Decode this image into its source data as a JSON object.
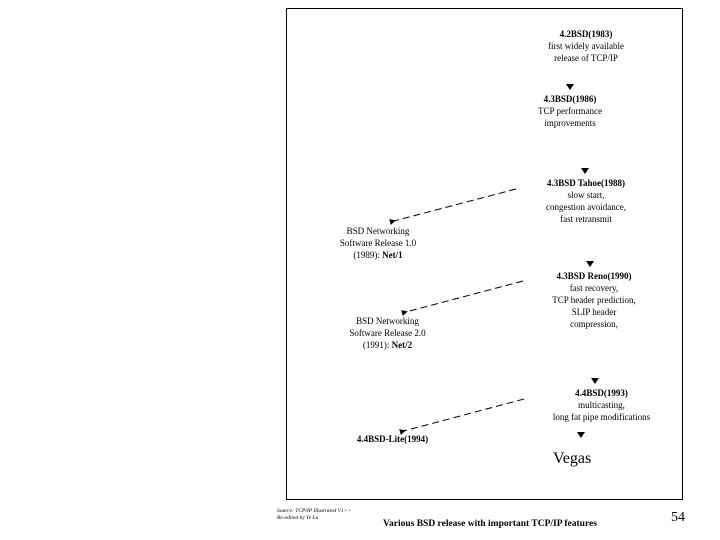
{
  "slide": {
    "page_number": "54",
    "caption": "Various BSD release with important TCP/IP features",
    "source_note_line1": "Source: TCP/IP Illustrated V1>>",
    "source_note_line2": "Re-edited by Ye Lu",
    "vegas_label": "Vegas",
    "frame_color": "#000000",
    "text_color": "#000000",
    "background_color": "#ffffff"
  },
  "diagram": {
    "type": "flow",
    "nodes": [
      {
        "id": "bsd42",
        "title": "4.2BSD(1983)",
        "lines": [
          "first widely available",
          "release of TCP/IP"
        ],
        "column": "right"
      },
      {
        "id": "bsd43",
        "title": "4.3BSD(1986)",
        "lines": [
          "TCP performance",
          "improvements"
        ],
        "column": "right"
      },
      {
        "id": "tahoe",
        "title": "4.3BSD Tahoe(1988)",
        "lines": [
          "slow start,",
          "congestion avoidance,",
          "fast retransmit"
        ],
        "column": "right"
      },
      {
        "id": "net1",
        "title": "BSD Networking",
        "lines": [
          "Software Release 1.0",
          "(1989): Net/1"
        ],
        "column": "left"
      },
      {
        "id": "reno",
        "title": "4.3BSD Reno(1990)",
        "lines": [
          "fast recovery,",
          "TCP header prediction,",
          "SLIP header",
          "compression,"
        ],
        "column": "right"
      },
      {
        "id": "net2",
        "title": "BSD Networking",
        "lines": [
          "Software Release 2.0",
          "(1991): Net/2"
        ],
        "column": "left"
      },
      {
        "id": "bsd44",
        "title": "4.4BSD(1993)",
        "lines": [
          "multicasting,",
          "long fat pipe modifications"
        ],
        "column": "right"
      },
      {
        "id": "lite",
        "title": "4.4BSD-Lite(1994)",
        "lines": [],
        "column": "left"
      }
    ],
    "vertical_connectors": [
      {
        "from": "bsd42",
        "to": "bsd43",
        "style": "triangle-down"
      },
      {
        "from": "bsd43",
        "to": "tahoe",
        "style": "triangle-down"
      },
      {
        "from": "tahoe",
        "to": "reno",
        "style": "triangle-down"
      },
      {
        "from": "reno",
        "to": "bsd44",
        "style": "triangle-down"
      },
      {
        "from": "bsd44",
        "to": "vegas",
        "style": "triangle-down"
      }
    ],
    "diagonal_connectors": [
      {
        "from": "tahoe",
        "to": "net1",
        "style": "dashed-arrow"
      },
      {
        "from": "reno",
        "to": "net2",
        "style": "dashed-arrow"
      },
      {
        "from": "bsd44",
        "to": "lite",
        "style": "dashed-arrow"
      }
    ]
  },
  "nodes_text": {
    "bsd42": {
      "title": "4.2BSD(1983)",
      "l1": "first widely available",
      "l2": "release of TCP/IP"
    },
    "bsd43": {
      "title": "4.3BSD(1986)",
      "l1": "TCP performance",
      "l2": "improvements"
    },
    "tahoe": {
      "title": "4.3BSD Tahoe(1988)",
      "l1": "slow start,",
      "l2": "congestion avoidance,",
      "l3": "fast retransmit"
    },
    "net1": {
      "title": "BSD Networking",
      "l1": "Software Release 1.0",
      "l2": "(1989): ",
      "l2b": "Net/1"
    },
    "reno": {
      "title": "4.3BSD Reno(1990)",
      "l1": "fast recovery,",
      "l2": "TCP header prediction,",
      "l3": "SLIP header",
      "l4": "compression,"
    },
    "net2": {
      "title": "BSD Networking",
      "l1": "Software Release 2.0",
      "l2": "(1991): ",
      "l2b": "Net/2"
    },
    "bsd44": {
      "title": "4.4BSD(1993)",
      "l1": "multicasting,",
      "l2": "long fat pipe modifications"
    },
    "lite": {
      "title": "4.4BSD-Lite(1994)"
    }
  }
}
